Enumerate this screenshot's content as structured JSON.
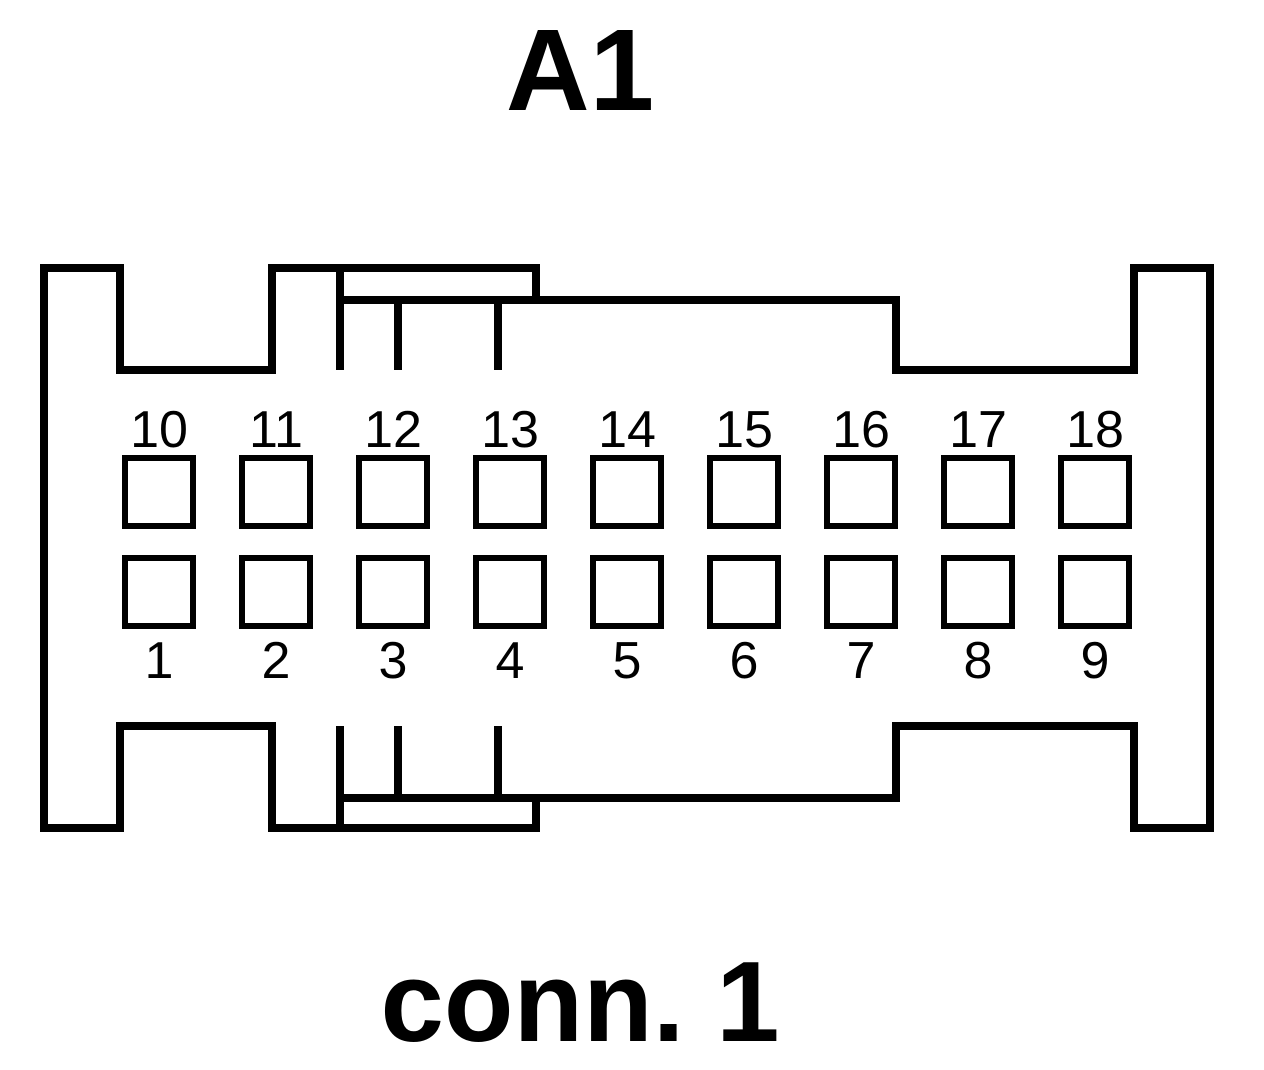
{
  "connector_id": "A1",
  "connector_name": "conn. 1",
  "top_row_pins": [
    "10",
    "11",
    "12",
    "13",
    "14",
    "15",
    "16",
    "17",
    "18"
  ],
  "bottom_row_pins": [
    "1",
    "2",
    "3",
    "4",
    "5",
    "6",
    "7",
    "8",
    "9"
  ],
  "colors": {
    "line": "#000000",
    "background": "#ffffff"
  }
}
